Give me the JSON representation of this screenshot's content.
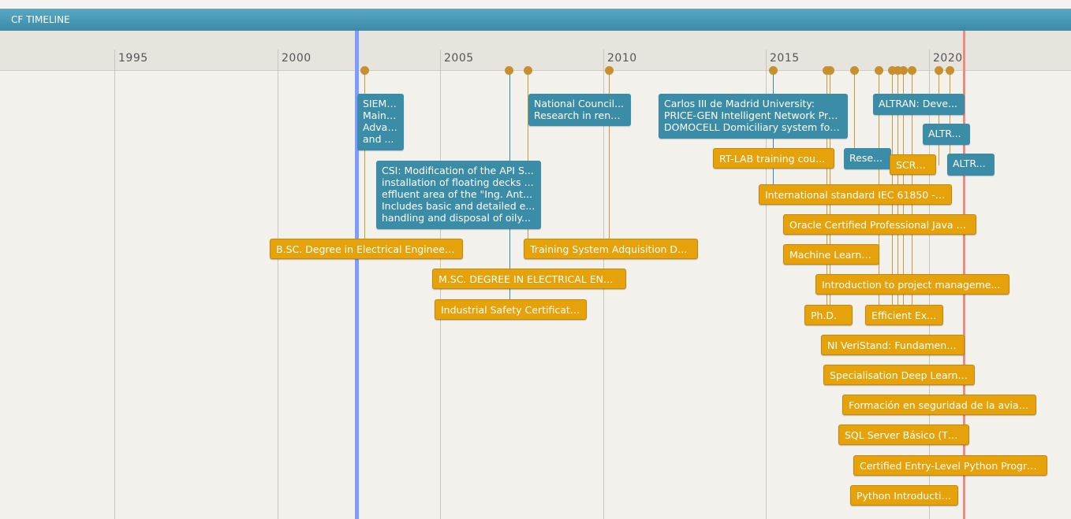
{
  "title": "CF TIMELINE",
  "years": [
    "1995",
    "2000",
    "2005",
    "2010",
    "2015",
    "2020"
  ],
  "work": {
    "siemens": [
      "SIEMENS",
      "Maintenance",
      "Advanced",
      "and ..."
    ],
    "national": [
      "National Council...",
      "Research in rene..."
    ],
    "carlos": [
      "Carlos III de Madrid University:",
      "PRICE-GEN Intelligent Network Pro...",
      "DOMOCELL Domiciliary system for..."
    ],
    "altran1": "ALTRAN: Deve...",
    "altran2": "ALTR...",
    "altran3": "ALTR...",
    "rese": "Rese...",
    "csi": [
      "CSI: Modification of the API S...",
      "installation of floating decks ...",
      "effluent area of the \"Ing. Ant...",
      "Includes basic and detailed e...",
      "handling and disposal of oily..."
    ]
  },
  "edu": {
    "bsc": "B.SC. Degree in Electrical Engineering",
    "training": "Training System Adquisition Data",
    "msc": "M.SC. DEGREE IN ELECTRICAL ENGI...",
    "safety": "Industrial Safety Certification",
    "rtlab": "RT-LAB training course",
    "scrum": "SCRUM",
    "iec": "International standard IEC 61850 - ...",
    "oracle": "Oracle Certified Professional Java S...",
    "ml": "Machine Learning",
    "pm": "Introduction to project manageme...",
    "phd": "Ph.D.",
    "excel": "Efficient Excel",
    "ni": "NI VeriStand: Fundamentos",
    "deep": "Specialisation Deep Learning",
    "aviac": "Formación en seguridad de la aviac...",
    "sql": "SQL Server Básico (TSQL)",
    "python_cert": "Certified Entry-Level Python Progra...",
    "python_intro": "Python Introduction"
  }
}
